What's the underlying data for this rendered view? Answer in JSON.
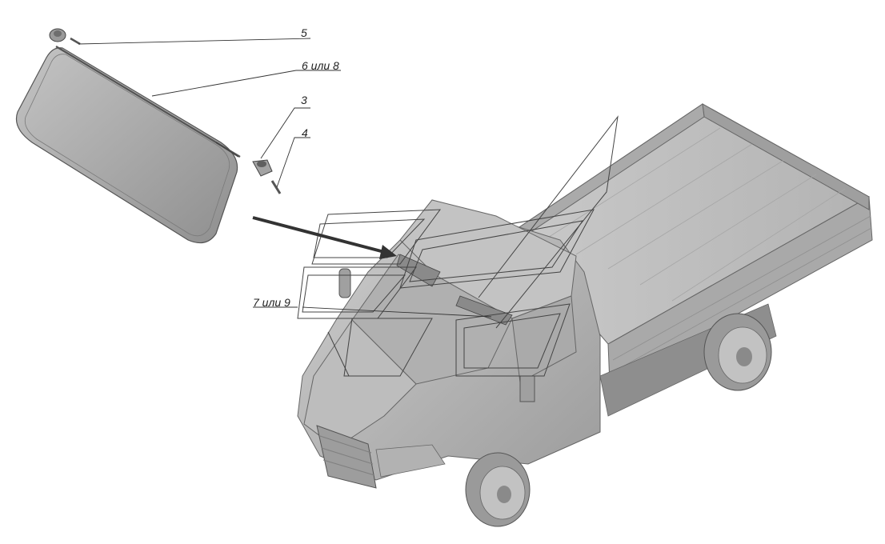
{
  "callouts": {
    "c5": "5",
    "c6": "6 или 8",
    "c3": "3",
    "c4": "4",
    "c7": "7 или 9"
  },
  "colors": {
    "part_fill": "#b9b9b9",
    "part_shadow": "#8e8e8e",
    "line": "#333333",
    "background": "#ffffff"
  }
}
